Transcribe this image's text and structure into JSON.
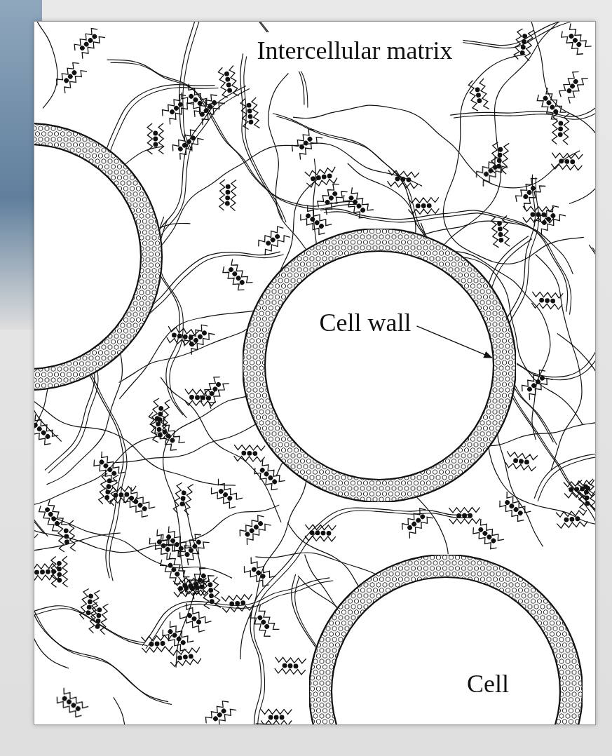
{
  "diagram": {
    "nodes": [
      {
        "text": [
          "Cell wall"
        ]
      },
      {
        "text": [
          "Cell"
        ]
      }
    ],
    "labels": [
      "Intercellular matrix"
    ]
  }
}
